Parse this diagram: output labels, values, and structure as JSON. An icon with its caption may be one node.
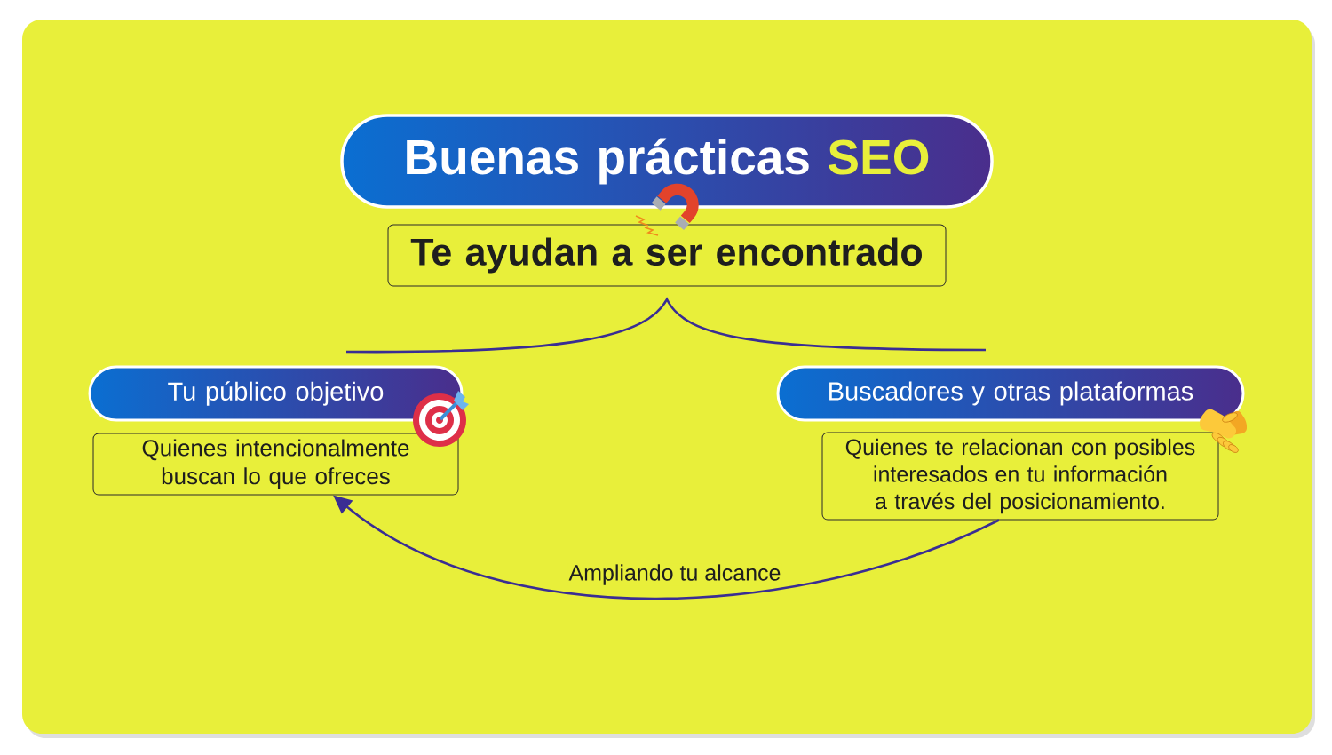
{
  "diagram": {
    "nodes": [
      {
        "text": [
          "Buenas prácticas",
          "SEO"
        ]
      },
      {
        "text": [
          "Te ayudan a ser encontrado"
        ]
      },
      {
        "text": [
          "Tu público objetivo"
        ]
      },
      {
        "text": [
          "Quienes intencionalmente buscan lo que ofreces"
        ]
      },
      {
        "text": [
          "Buscadores y otras plataformas"
        ]
      },
      {
        "text": [
          "Quienes te relacionan con posibles interesados en tu información a través del posicionamiento."
        ]
      }
    ],
    "edges": [
      {
        "from": 5,
        "to": 3,
        "arrow": "to",
        "label": "Ampliando tu alcance"
      }
    ]
  }
}
